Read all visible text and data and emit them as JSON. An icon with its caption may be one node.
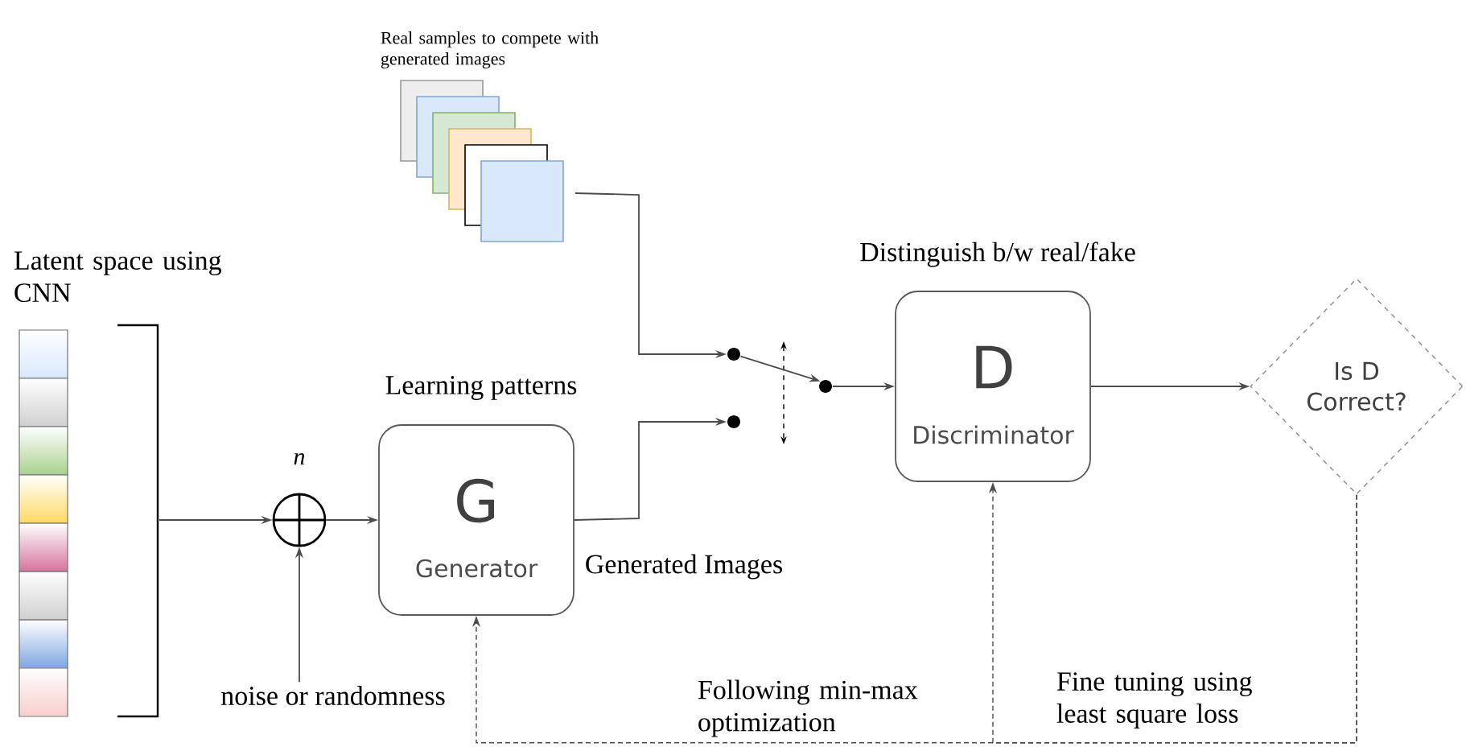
{
  "diagram": {
    "nodes": [
      {
        "text": [
          "Latent space using CNN"
        ]
      },
      {
        "text": [],
        "shape": "circle",
        "beside": [
          "n"
        ]
      },
      {
        "text": [
          "noise or randomness"
        ]
      },
      {
        "text": [
          "Learning patterns",
          "G",
          "Generator"
        ]
      },
      {
        "text": [
          "Real samples to compete with generated images"
        ]
      },
      {
        "text": [],
        "shape": "circle"
      },
      {
        "text": [],
        "shape": "circle"
      },
      {
        "text": [],
        "shape": "circle"
      },
      {
        "text": [
          "Distinguish b/w real/fake",
          "D",
          "Discriminator"
        ]
      },
      {
        "text": [
          "Is D Correct?"
        ]
      }
    ],
    "edges": [
      {
        "from": 0,
        "to": 1,
        "arrow": "to"
      },
      {
        "from": 2,
        "to": 1,
        "arrow": "to"
      },
      {
        "from": 1,
        "to": 3,
        "arrow": "to"
      },
      {
        "from": 4,
        "to": 5,
        "arrow": "to"
      },
      {
        "from": 3,
        "to": 6,
        "arrow": "to",
        "label": "Generated Images"
      },
      {
        "from": 5,
        "to": 7,
        "arrow": "to"
      },
      {
        "from": 7,
        "to": 8,
        "arrow": "to"
      },
      {
        "from": 8,
        "to": 9,
        "arrow": "to"
      },
      {
        "from": 9,
        "to": 3,
        "arrow": "to",
        "style": "dashed",
        "label": "Following min-max optimization"
      },
      {
        "from": 9,
        "to": 8,
        "arrow": "to",
        "style": "dashed",
        "label": "Fine tuning using least square loss"
      }
    ]
  }
}
